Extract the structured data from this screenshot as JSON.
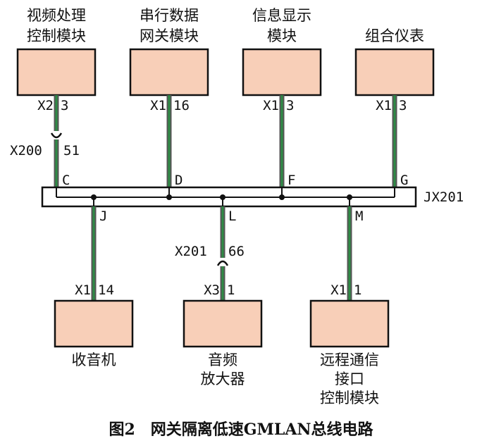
{
  "modules_top": [
    {
      "name_lines": [
        "视频处理",
        "控制模块"
      ],
      "connector": "X2",
      "pin": "3",
      "bus_letter": "C"
    },
    {
      "name_lines": [
        "串行数据",
        "网关模块"
      ],
      "connector": "X1",
      "pin": "16",
      "bus_letter": "D"
    },
    {
      "name_lines": [
        "信息显示",
        "模块"
      ],
      "connector": "X1",
      "pin": "3",
      "bus_letter": "F"
    },
    {
      "name_lines": [
        "组合仪表"
      ],
      "connector": "X1",
      "pin": "3",
      "bus_letter": "G"
    }
  ],
  "modules_bottom": [
    {
      "name_lines": [
        "收音机"
      ],
      "connector": "X1",
      "pin": "14",
      "bus_letter": "J"
    },
    {
      "name_lines": [
        "音频",
        "放大器"
      ],
      "connector": "X3",
      "pin": "1",
      "bus_letter": "L"
    },
    {
      "name_lines": [
        "远程通信",
        "接口",
        "控制模块"
      ],
      "connector": "X1",
      "pin": "1",
      "bus_letter": "M"
    }
  ],
  "inline_connectors": [
    {
      "name": "X200",
      "pin": "51"
    },
    {
      "name": "X201",
      "pin": "66"
    }
  ],
  "junction_block": "JX201",
  "caption": "图2　网关隔离低速GMLAN总线电路",
  "colors": {
    "module_fill": "#f8cfb8",
    "wire_green": "#2e8b45",
    "wire_outline": "#555555"
  }
}
